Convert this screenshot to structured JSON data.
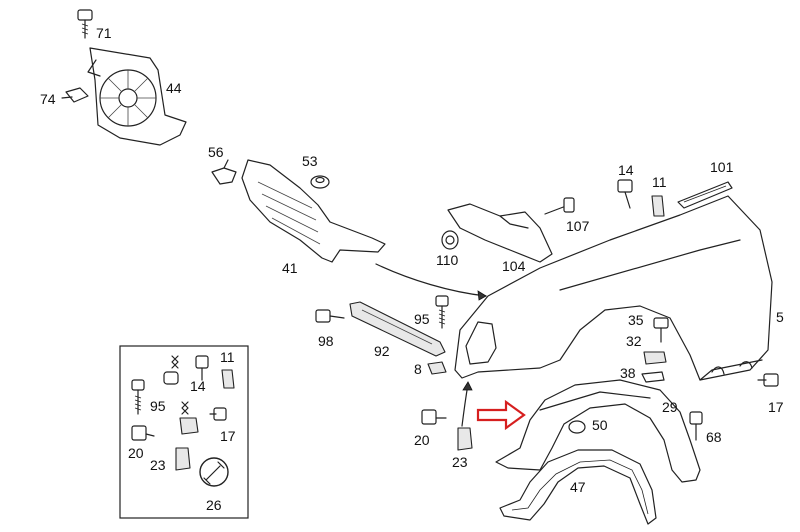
{
  "diagram": {
    "callouts": [
      {
        "key": "p71",
        "text": "71"
      },
      {
        "key": "p44",
        "text": "44"
      },
      {
        "key": "p74",
        "text": "74"
      },
      {
        "key": "p56",
        "text": "56"
      },
      {
        "key": "p53",
        "text": "53"
      },
      {
        "key": "p14a",
        "text": "14"
      },
      {
        "key": "p11a",
        "text": "11"
      },
      {
        "key": "p101",
        "text": "101"
      },
      {
        "key": "p107",
        "text": "107"
      },
      {
        "key": "p110",
        "text": "110"
      },
      {
        "key": "p104",
        "text": "104"
      },
      {
        "key": "p41",
        "text": "41"
      },
      {
        "key": "p98",
        "text": "98"
      },
      {
        "key": "p95a",
        "text": "95"
      },
      {
        "key": "p92",
        "text": "92"
      },
      {
        "key": "p8",
        "text": "8"
      },
      {
        "key": "p5",
        "text": "5"
      },
      {
        "key": "p35",
        "text": "35"
      },
      {
        "key": "p32",
        "text": "32"
      },
      {
        "key": "p38",
        "text": "38"
      },
      {
        "key": "p17a",
        "text": "17"
      },
      {
        "key": "p29",
        "text": "29"
      },
      {
        "key": "p50",
        "text": "50"
      },
      {
        "key": "p68",
        "text": "68"
      },
      {
        "key": "p20a",
        "text": "20"
      },
      {
        "key": "p23a",
        "text": "23"
      },
      {
        "key": "p47",
        "text": "47"
      },
      {
        "key": "p11b",
        "text": "11"
      },
      {
        "key": "p14b",
        "text": "14"
      },
      {
        "key": "p95b",
        "text": "95"
      },
      {
        "key": "p17b",
        "text": "17"
      },
      {
        "key": "p20b",
        "text": "20"
      },
      {
        "key": "p23b",
        "text": "23"
      },
      {
        "key": "p26",
        "text": "26"
      }
    ],
    "colors": {
      "ink": "#222222",
      "arrow_highlight": "#d61f1f",
      "background": "#ffffff"
    }
  }
}
